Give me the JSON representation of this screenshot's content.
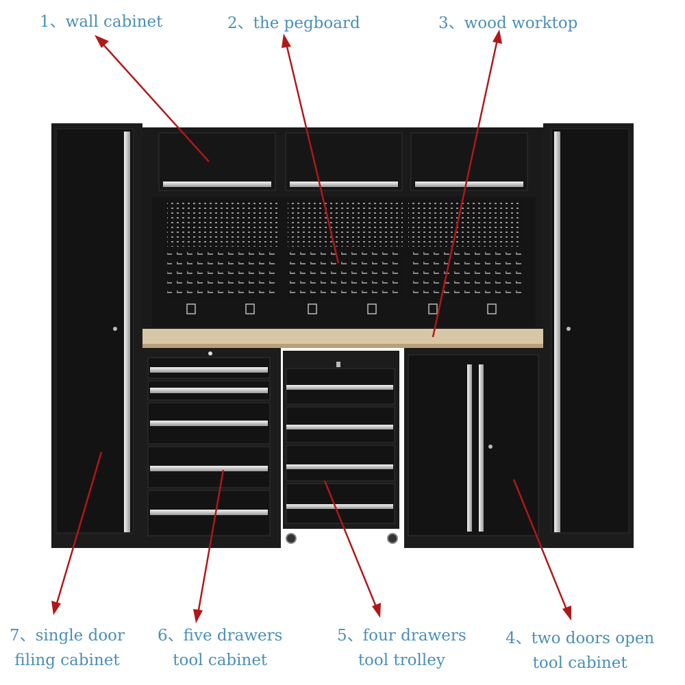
{
  "colors": {
    "label_text": "#4a8fb8",
    "arrow": "#b01818",
    "cabinet_body": "#1c1c1c",
    "cabinet_panel": "#111111",
    "handle": "#e0e0e0",
    "worktop": "#d8c7a6",
    "pegboard": "#151515"
  },
  "labels": {
    "wall_cabinet": {
      "line1": "1、wall cabinet"
    },
    "pegboard": {
      "line1": "2、the pegboard"
    },
    "worktop": {
      "line1": "3、wood worktop"
    },
    "two_doors": {
      "line1": "4、two doors open",
      "line2": "tool cabinet"
    },
    "four_drawers": {
      "line1": "5、four drawers",
      "line2": "tool trolley"
    },
    "five_drawers": {
      "line1": "6、five drawers",
      "line2": "tool cabinet"
    },
    "single_door": {
      "line1": "7、single door",
      "line2": "filing cabinet"
    }
  }
}
